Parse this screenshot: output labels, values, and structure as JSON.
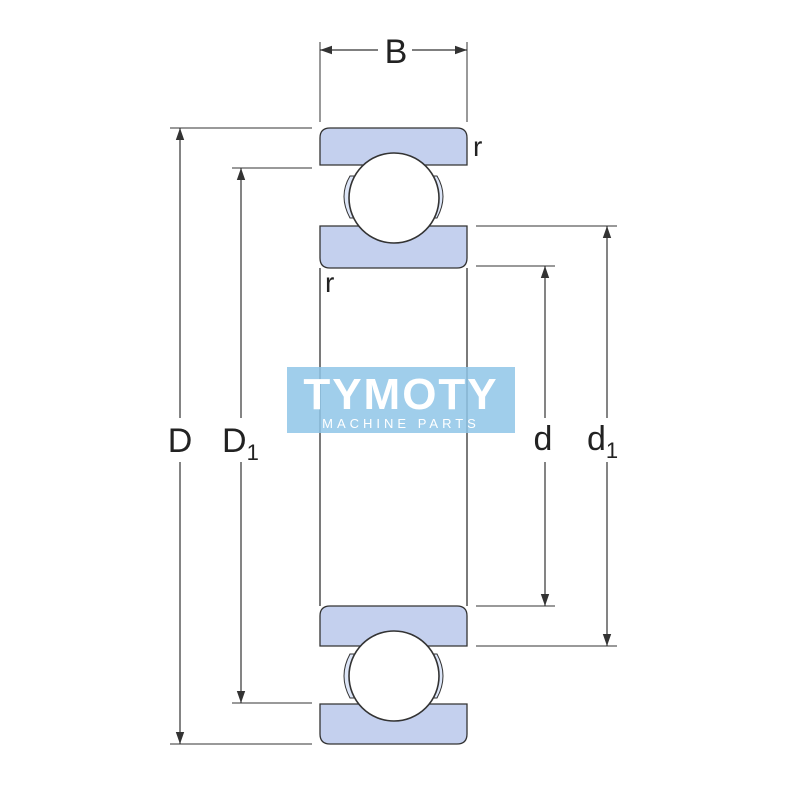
{
  "diagram": {
    "labels": {
      "width": "B",
      "outer_diameter": "D",
      "outer_ring_shoulder": "D",
      "outer_ring_shoulder_sub": "1",
      "bore": "d",
      "inner_ring_shoulder": "d",
      "inner_ring_shoulder_sub": "1",
      "chamfer_top": "r",
      "chamfer_inner": "r"
    },
    "watermark": {
      "title": "TYMOTY",
      "subtitle": "MACHINE PARTS"
    },
    "colors": {
      "ring_fill": "#c4d0ee",
      "line": "#333333",
      "watermark": "#8fc6e8"
    }
  }
}
